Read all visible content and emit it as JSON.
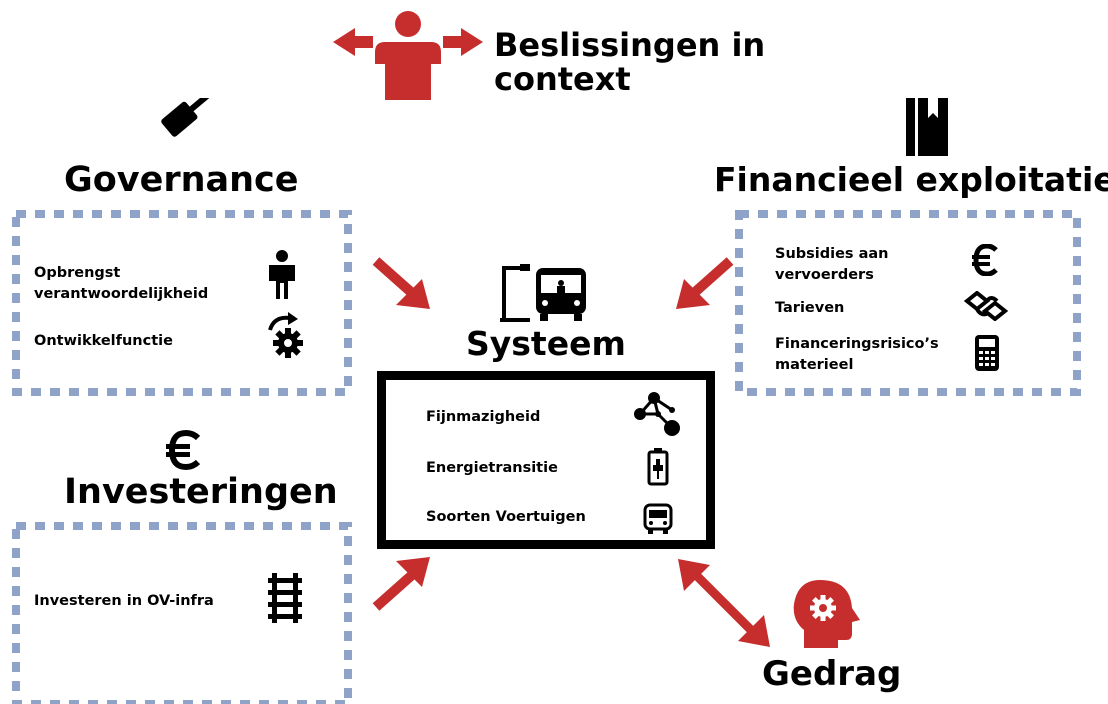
{
  "title": "Beslissingen in context",
  "colors": {
    "accent_red": "#c62d2d",
    "dash_blue": "#8fa3c9",
    "black": "#000000"
  },
  "governance": {
    "heading": "Governance",
    "icon": "gavel-icon",
    "items": [
      {
        "label": "Opbrengst verantwoordelijkheid",
        "icon": "person-icon"
      },
      {
        "label": "Ontwikkelfunctie",
        "icon": "gear-arrow-icon"
      }
    ]
  },
  "financieel": {
    "heading": "Financieel exploitatie",
    "icon": "ledger-icon",
    "items": [
      {
        "label": "Subsidies aan vervoerders",
        "icon": "euro-icon"
      },
      {
        "label": "Tarieven",
        "icon": "ticket-icon"
      },
      {
        "label": "Financeringsrisico’s materieel",
        "icon": "calculator-icon"
      }
    ]
  },
  "investeringen": {
    "heading": "Investeringen",
    "icon": "euro-icon",
    "items": [
      {
        "label": "Investeren in OV-infra",
        "icon": "rail-track-icon"
      }
    ]
  },
  "systeem": {
    "heading": "Systeem",
    "icon": "bus-stop-icon",
    "items": [
      {
        "label": "Fijnmazigheid",
        "icon": "network-icon"
      },
      {
        "label": "Energietransitie",
        "icon": "battery-icon"
      },
      {
        "label": "Soorten Voertuigen",
        "icon": "bus-icon"
      }
    ]
  },
  "gedrag": {
    "heading": "Gedrag",
    "icon": "head-gear-icon"
  }
}
